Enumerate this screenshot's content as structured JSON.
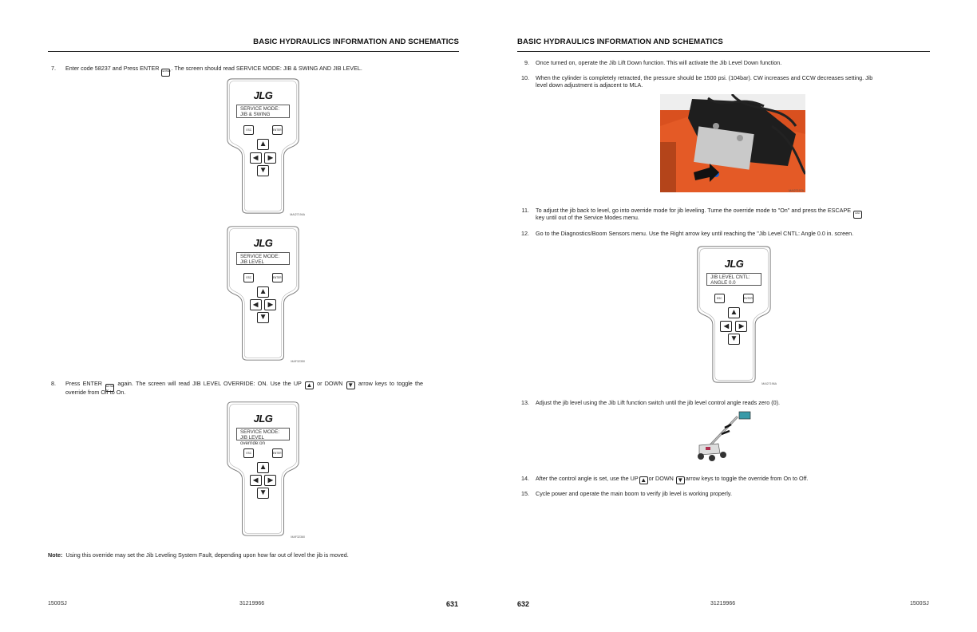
{
  "left_page": {
    "header": "BASIC HYDRAULICS INFORMATION AND SCHEMATICS",
    "steps": [
      {
        "num": "7.",
        "before": "Enter code 58237 and Press ENTER",
        "after": ". The screen should read SERVICE MODE: JIB & SWING AND JIB LEVEL."
      },
      {
        "num": "8.",
        "part1": "Press ENTER",
        "part2": "again. The screen will read JIB LEVEL OVERRIDE: ON. Use the UP",
        "part3": "or DOWN",
        "part4": "arrow keys to toggle the",
        "line2": "override from Off to On."
      }
    ],
    "figures": [
      {
        "screen_line1": "SERVICE MODE:",
        "screen_line2": "JIB & SWING",
        "id": "MAI27194A"
      },
      {
        "screen_line1": "SERVICE MODE:",
        "screen_line2": "JIB LEVEL",
        "id": "MAF32350"
      },
      {
        "screen_line1": "SERVICE MODE:",
        "screen_line2": "JIB LEVEL override:on",
        "id": "MAF32360"
      }
    ],
    "note_label": "Note:",
    "note_text": "Using this override may set the Jib Leveling System Fault, depending upon how far out of level the jib is moved.",
    "footer": {
      "model": "1500SJ",
      "doc_number": "31219966",
      "page": "631"
    }
  },
  "right_page": {
    "header": "BASIC HYDRAULICS INFORMATION AND SCHEMATICS",
    "steps": [
      {
        "num": "9.",
        "text": "Once turned on, operate the Jib Lift Down function. This will activate the Jib Level Down function."
      },
      {
        "num": "10.",
        "line1": "When the cylinder is completely retracted, the pressure should be 1500 psi. (104bar). CW increases and CCW decreases setting. Jib",
        "line2": "level down adjustment is adjacent to MLA."
      },
      {
        "num": "11.",
        "line1": "To adjust the jib back to level, go into override mode for jib leveling. Turne the override mode to \"On\" and press the ESCAPE",
        "line2": "key until out of the Service Modes menu."
      },
      {
        "num": "12.",
        "text": "Go to the Diagnostics/Boom Sensors menu. Use the Right arrow key until reaching the \"Jib Level CNTL: Angle 0.0 in. screen."
      },
      {
        "num": "13.",
        "text": "Adjust the jib level using the Jib Lift function switch until the jib level control angle reads zero (0)."
      },
      {
        "num": "14.",
        "part1": "After the control angle is set, use the UP",
        "part2": "or DOWN",
        "part3": "arrow keys to toggle the override from On to Off."
      },
      {
        "num": "15.",
        "text": "Cycle power and operate the main boom to verify jib level is working properly."
      }
    ],
    "photo_id": "MAI27197A",
    "keypad": {
      "screen_line1": "JIB LEVEL CNTL:",
      "screen_line2": "ANGLE 0.0",
      "id": "MAI27196A"
    },
    "footer": {
      "model": "1500SJ",
      "doc_number": "31219966",
      "page": "632"
    }
  },
  "keypad_labels": {
    "logo": "JLG",
    "esc": "ESC",
    "enter": "ENTER",
    "up": "▲",
    "down": "▼",
    "left": "◀",
    "right": "▶"
  },
  "colors": {
    "machine_orange": "#e8562a",
    "text": "#222222"
  }
}
